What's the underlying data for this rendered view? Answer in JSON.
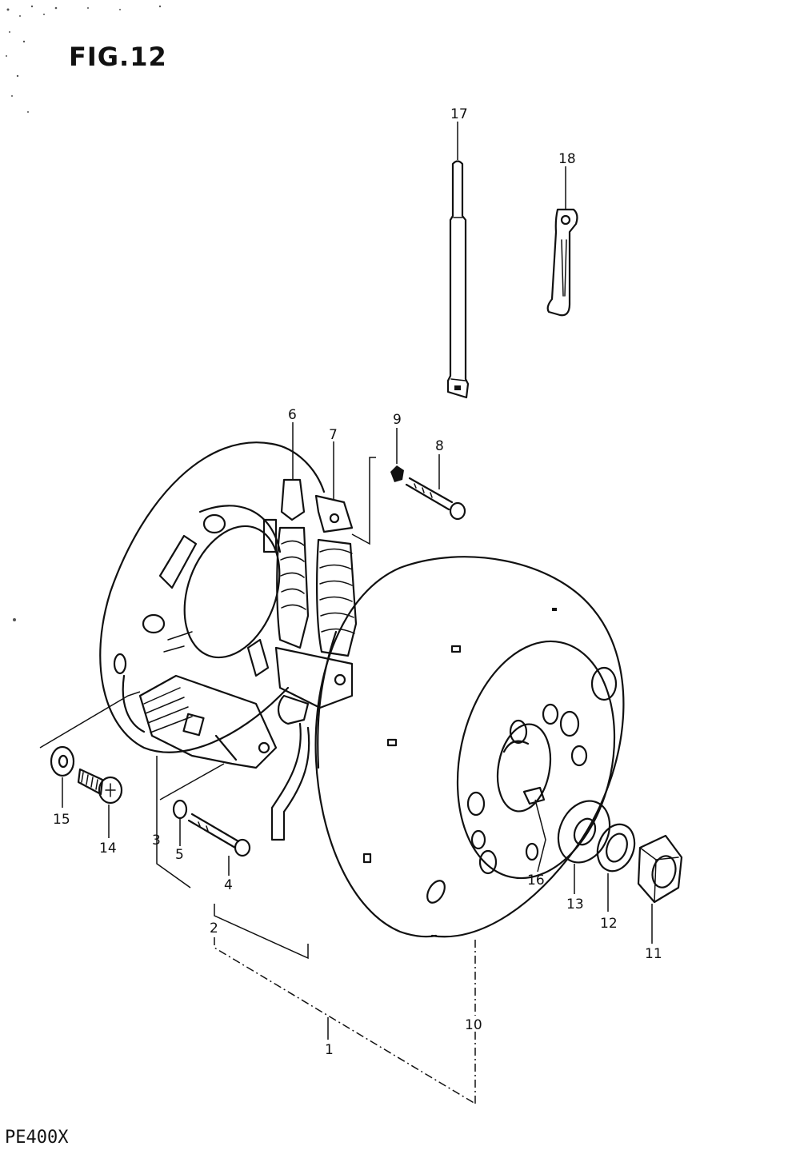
{
  "figure": {
    "title": "FIG.12",
    "model": "PE400X"
  },
  "callouts": [
    {
      "id": "1",
      "label": "1"
    },
    {
      "id": "2",
      "label": "2"
    },
    {
      "id": "3",
      "label": "3"
    },
    {
      "id": "4",
      "label": "4"
    },
    {
      "id": "5",
      "label": "5"
    },
    {
      "id": "6",
      "label": "6"
    },
    {
      "id": "7",
      "label": "7"
    },
    {
      "id": "8",
      "label": "8"
    },
    {
      "id": "9",
      "label": "9"
    },
    {
      "id": "10",
      "label": "10"
    },
    {
      "id": "11",
      "label": "11"
    },
    {
      "id": "12",
      "label": "12"
    },
    {
      "id": "13",
      "label": "13"
    },
    {
      "id": "14",
      "label": "14"
    },
    {
      "id": "15",
      "label": "15"
    },
    {
      "id": "16",
      "label": "16"
    },
    {
      "id": "17",
      "label": "17"
    },
    {
      "id": "18",
      "label": "18"
    }
  ]
}
